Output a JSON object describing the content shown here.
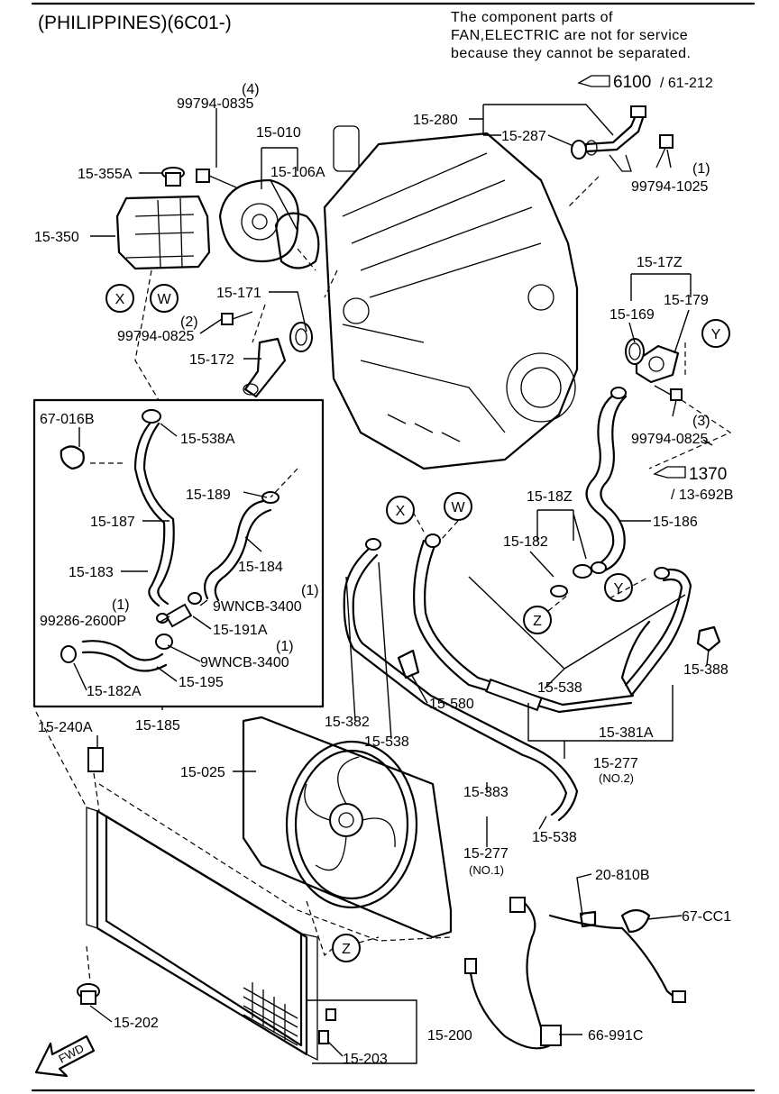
{
  "header": {
    "title": "(PHILIPPINES)(6C01-)",
    "note_line1": "The component parts of",
    "note_line2": "FAN,ELECTRIC are not for service",
    "note_line3": "because they cannot be separated."
  },
  "refs": {
    "ref1_main": "6100",
    "ref1_sub": "/ 61-212",
    "ref2_main": "1370",
    "ref2_sub": "/ 13-692B"
  },
  "markers": {
    "x": "X",
    "w": "W",
    "y": "Y",
    "z": "Z",
    "fwd": "FWD"
  },
  "labels": {
    "l_4": "(4)",
    "l_99794_0835": "99794-0835",
    "l_15_010": "15-010",
    "l_15_106a": "15-106A",
    "l_15_355a": "15-355A",
    "l_15_350": "15-350",
    "l_15_280": "15-280",
    "l_15_287": "15-287",
    "l_1a": "(1)",
    "l_99794_1025": "99794-1025",
    "l_15_171": "15-171",
    "l_2": "(2)",
    "l_99794_0825a": "99794-0825",
    "l_15_172": "15-172",
    "l_15_17z": "15-17Z",
    "l_15_179": "15-179",
    "l_15_169": "15-169",
    "l_3": "(3)",
    "l_99794_0825b": "99794-0825",
    "l_67_016b": "67-016B",
    "l_15_538a": "15-538A",
    "l_15_189": "15-189",
    "l_15_187": "15-187",
    "l_15_184": "15-184",
    "l_15_183": "15-183",
    "l_1b": "(1)",
    "l_9wncb_3400a": "9WNCB-3400",
    "l_1c": "(1)",
    "l_99286_2600p": "99286-2600P",
    "l_15_191a": "15-191A",
    "l_1d": "(1)",
    "l_9wncb_3400b": "9WNCB-3400",
    "l_15_182a": "15-182A",
    "l_15_195": "15-195",
    "l_15_185": "15-185",
    "l_15_18z": "15-18Z",
    "l_15_182": "15-182",
    "l_15_186": "15-186",
    "l_15_388": "15-388",
    "l_15_538a2": "15-538",
    "l_15_580": "15-580",
    "l_15_381a": "15-381A",
    "l_15_277a": "15-277",
    "l_no2": "(NO.2)",
    "l_15_240a": "15-240A",
    "l_15_382": "15-382",
    "l_15_538b": "15-538",
    "l_15_025": "15-025",
    "l_15_383": "15-383",
    "l_15_538c": "15-538",
    "l_15_277b": "15-277",
    "l_no1": "(NO.1)",
    "l_20_810b": "20-810B",
    "l_67_cc1": "67-CC1",
    "l_15_202": "15-202",
    "l_15_200": "15-200",
    "l_15_203": "15-203",
    "l_66_991c": "66-991C"
  }
}
